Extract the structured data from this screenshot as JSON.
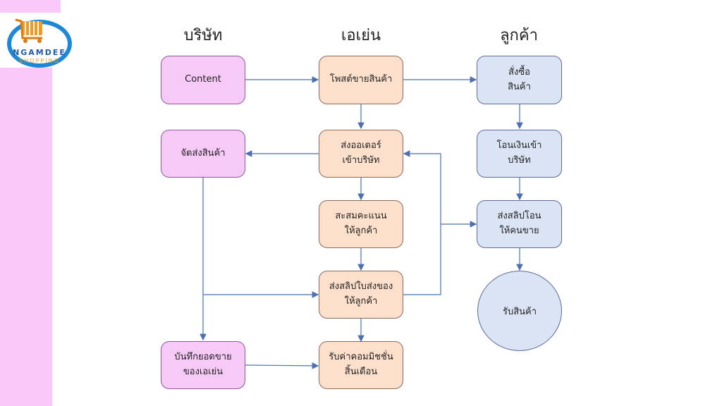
{
  "logo": {
    "text_top": "NGAMDEE",
    "text_bottom": "SHOPPING"
  },
  "columns": {
    "company": "บริษัท",
    "agent": "เอเย่น",
    "customer": "ลูกค้า"
  },
  "boxes": {
    "content": "Content",
    "ship_goods": "จัดส่งสินค้า",
    "record_sales": "บันทึกยอดขาย\nของเอเย่น",
    "post_sell": "โพสต์ขายสินค้า",
    "send_order": "ส่งออเดอร์\nเข้าบริษัท",
    "accumulate_points": "สะสมคะแนน\nให้ลูกค้า",
    "send_shipping_slip": "ส่งสลิปใบส่งของ\nให้ลูกค้า",
    "receive_commission": "รับค่าคอมมิชชั่น\nสิ้นเดือน",
    "order_goods": "สั่งซื้อ\nสินค้า",
    "transfer_money": "โอนเงินเข้า\nบริษัท",
    "send_transfer_slip": "ส่งสลิปโอน\nให้คนขาย",
    "receive_goods": "รับสินค้า"
  },
  "colors": {
    "company": "#f7c9f6",
    "agent": "#fde0cc",
    "customer": "#dbe4f4",
    "arrow": "#4a6fb5",
    "sidebar": "#f9c8f8"
  }
}
